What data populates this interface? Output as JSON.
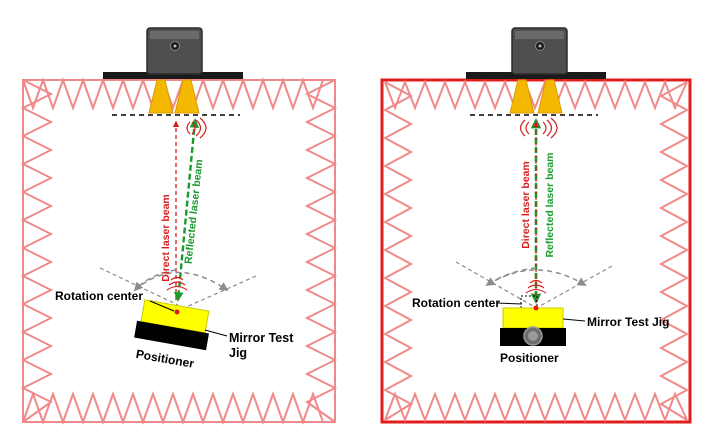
{
  "panels": [
    {
      "direct_beam_label": "Direct laser beam",
      "reflected_beam_label": "Reflected laser beam",
      "rotation_center_label": "Rotation center",
      "mirror_jig_label_line1": "Mirror Test",
      "mirror_jig_label_line2": "Jig",
      "positioner_label": "Positioner"
    },
    {
      "direct_beam_label": "Direct laser beam",
      "reflected_beam_label": "Reflected laser beam",
      "rotation_center_label": "Rotation center",
      "mirror_jig_label": "Mirror Test Jig",
      "positioner_label": "Positioner"
    }
  ],
  "colors": {
    "absorber": "#f08a8a",
    "chamber_border_right": "#e01e1e",
    "direct_beam": "#d81b1b",
    "reflected_beam": "#1a9a2e",
    "mirror_jig": "#ffff00",
    "positioner": "#000000",
    "probe": "#f5b800",
    "arc": "#8c8c8c"
  },
  "icons": {
    "laser_tracker": "laser-tracker-icon",
    "probes": "horn-probe-icon",
    "waves": "radio-wave-icon"
  }
}
